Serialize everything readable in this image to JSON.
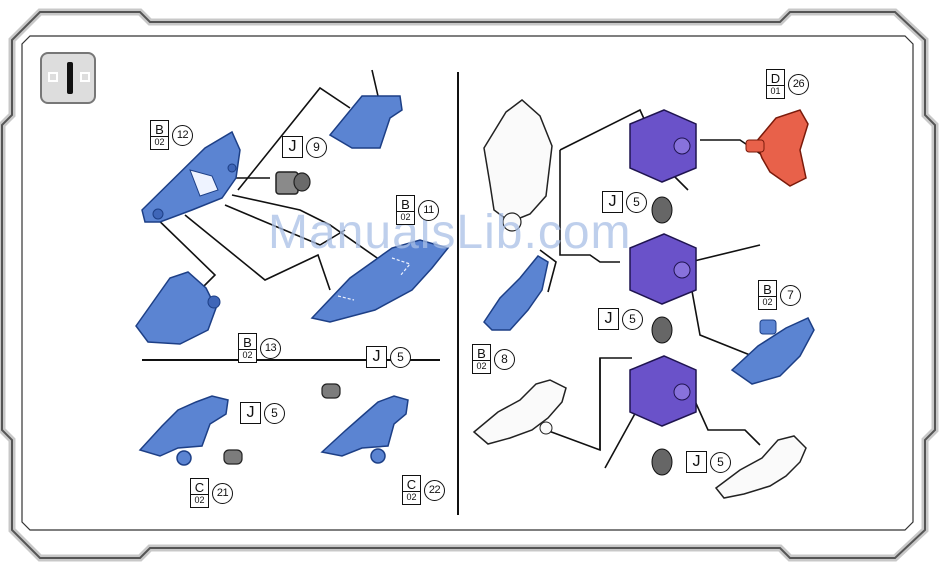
{
  "watermark": "ManualsLib.com",
  "step": {
    "number": "1"
  },
  "colors": {
    "part_blue": "#5b84d2",
    "part_blue_dark": "#1d3f86",
    "joint_purple": "#6a52c9",
    "part_red": "#e8614a",
    "frame_gray": "#9a9a9a"
  },
  "callouts": [
    {
      "id": "b02-12",
      "runner": "B",
      "sheet": "02",
      "part": "12"
    },
    {
      "id": "j-9",
      "runner": "J",
      "part": "9"
    },
    {
      "id": "b02-11",
      "runner": "B",
      "sheet": "02",
      "part": "11"
    },
    {
      "id": "b02-13",
      "runner": "B",
      "sheet": "02",
      "part": "13"
    },
    {
      "id": "j-5-a",
      "runner": "J",
      "part": "5"
    },
    {
      "id": "j-5-b",
      "runner": "J",
      "part": "5"
    },
    {
      "id": "c02-21",
      "runner": "C",
      "sheet": "02",
      "part": "21"
    },
    {
      "id": "c02-22",
      "runner": "C",
      "sheet": "02",
      "part": "22"
    },
    {
      "id": "d01-26",
      "runner": "D",
      "sheet": "01",
      "part": "26"
    },
    {
      "id": "j-5-c",
      "runner": "J",
      "part": "5"
    },
    {
      "id": "j-5-d",
      "runner": "J",
      "part": "5"
    },
    {
      "id": "b02-7",
      "runner": "B",
      "sheet": "02",
      "part": "7"
    },
    {
      "id": "b02-8",
      "runner": "B",
      "sheet": "02",
      "part": "8"
    },
    {
      "id": "j-5-e",
      "runner": "J",
      "part": "5"
    }
  ]
}
